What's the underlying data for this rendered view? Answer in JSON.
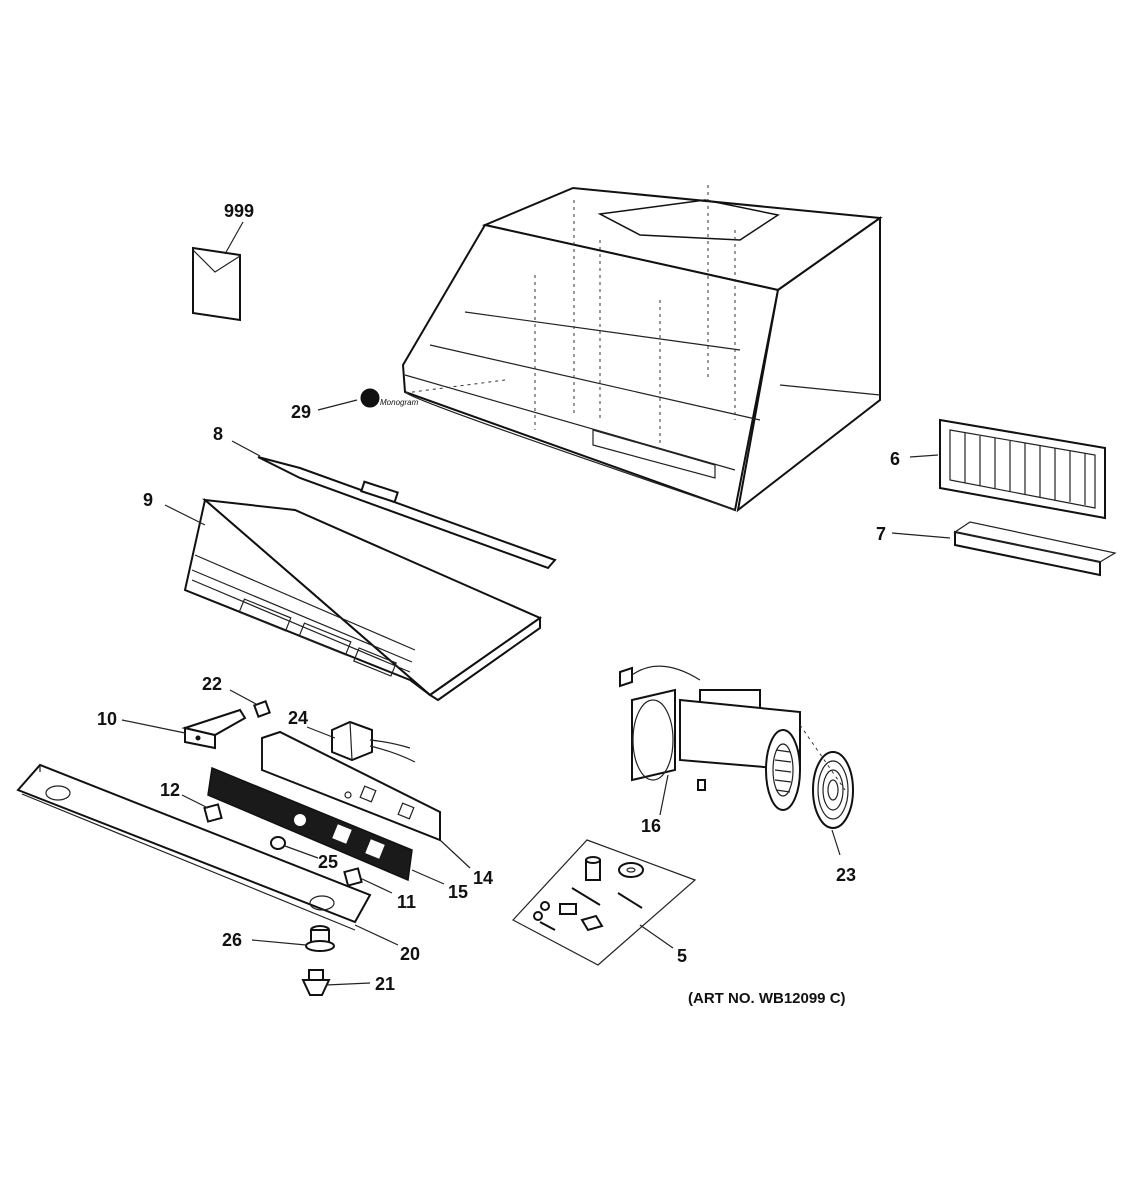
{
  "diagram": {
    "labels": {
      "p999": "999",
      "p29": "29",
      "p8": "8",
      "p9": "9",
      "p6": "6",
      "p7": "7",
      "p22": "22",
      "p10": "10",
      "p24": "24",
      "p12": "12",
      "p25": "25",
      "p14": "14",
      "p15": "15",
      "p11": "11",
      "p16": "16",
      "p23": "23",
      "p26": "26",
      "p20": "20",
      "p21": "21",
      "p5": "5"
    },
    "art_number": "(ART NO. WB12099 C)"
  }
}
